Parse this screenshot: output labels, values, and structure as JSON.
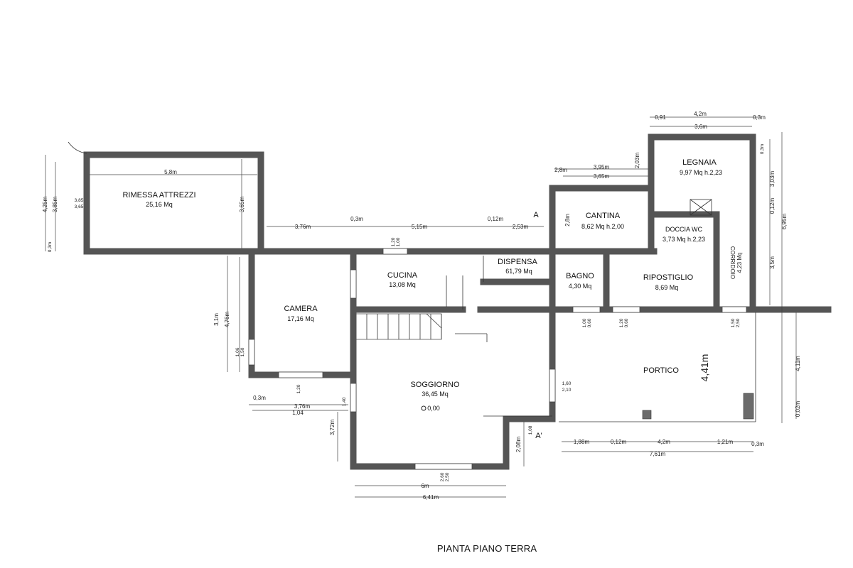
{
  "title": "PIANTA PIANO TERRA",
  "rooms": {
    "rimessa": {
      "name": "RIMESSA ATTREZZI",
      "area": "25,16 Mq"
    },
    "legnaia": {
      "name": "LEGNAIA",
      "area": "9,97 Mq   h.2,23"
    },
    "cantina": {
      "name": "CANTINA",
      "area": "8,62 Mq   h.2,00"
    },
    "doccia": {
      "name": "DOCCIA WC",
      "area": "3,73 Mq  h.2,23"
    },
    "corridoio": {
      "name": "CORRIDOIO",
      "area": "4,23 Mq"
    },
    "dispensa": {
      "name": "DISPENSA",
      "area": "61,79 Mq"
    },
    "cucina": {
      "name": "CUCINA",
      "area": "13,08 Mq"
    },
    "bagno": {
      "name": "BAGNO",
      "area": "4,30 Mq"
    },
    "ripostiglio": {
      "name": "RIPOSTIGLIO",
      "area": "8,69 Mq"
    },
    "camera": {
      "name": "CAMERA",
      "area": "17,16 Mq"
    },
    "soggiorno": {
      "name": "SOGGIORNO",
      "area": "36,45 Mq"
    },
    "portico": {
      "name": "PORTICO",
      "area": ""
    }
  },
  "section_markers": {
    "a_top": "A",
    "a_bottom": "A'"
  },
  "level": "0,00",
  "dimensions": {
    "top_42": "4,2m",
    "top_03": "0,3m",
    "top_36": "3,6m",
    "top_091": "0,91",
    "rim_58": "5,8m",
    "rim_425": "4,25m",
    "rim_385": "3,85m",
    "rim_03": "0,3m",
    "rim_385b": "3,85",
    "rim_365": "3,65m",
    "rim_365s": "3,65",
    "c_28": "2,8m",
    "c_395": "3,95m",
    "c_365": "3,65m",
    "c_28v": "2,8m",
    "c_203": "2,03m",
    "l_03": "0,3m",
    "l_303": "3,03m",
    "l_012": "0,12m",
    "l_35": "3,5m",
    "l_695": "6,95m",
    "m_376": "3,76m",
    "m_03": "0,3m",
    "m_515": "5,15m",
    "m_012": "0,12m",
    "m_253": "2,53m",
    "w_120": "1,20",
    "w_100": "1,00",
    "w_100b": "1,00",
    "w_060": "0,60",
    "w_120b": "1,20",
    "w_060b": "0,60",
    "w_150": "1,50",
    "w_250": "2,50",
    "cam_31": "3,1m",
    "cam_476": "4,76m",
    "cam_106": "1,06",
    "cam_150": "1,50",
    "cam_03": "0,3m",
    "cam_376": "3,76m",
    "cam_104": "1,04",
    "cam_372": "3,72m",
    "sog_120": "1,20",
    "sog_140": "1,40",
    "sog_260": "2,60",
    "sog_250": "2,50",
    "sog_6": "6m",
    "sog_641": "6,41m",
    "sog_208": "2,08m",
    "por_441": "4,41m",
    "por_160": "1,60",
    "por_210": "2,10",
    "por_108": "1,08",
    "por_411": "4,11m",
    "por_002": "0,02m",
    "bot_188": "1,88m",
    "bot_012": "0,12m",
    "bot_42": "4,2m",
    "bot_121": "1,21m",
    "bot_03": "0,3m",
    "bot_761": "7,61m"
  }
}
